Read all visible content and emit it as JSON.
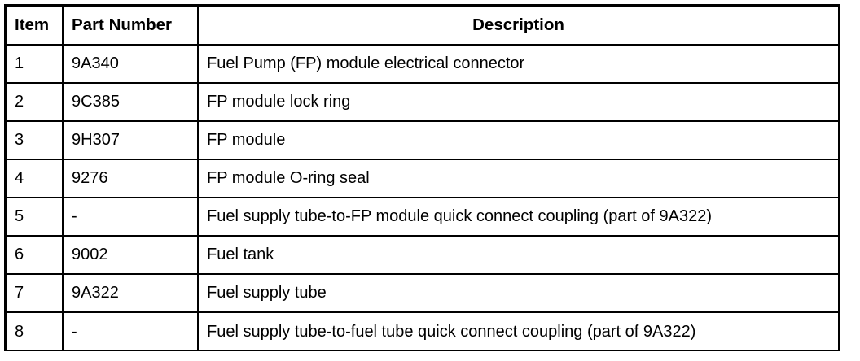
{
  "table": {
    "columns": [
      {
        "key": "item",
        "label": "Item",
        "align": "left"
      },
      {
        "key": "part_number",
        "label": "Part Number",
        "align": "left"
      },
      {
        "key": "description",
        "label": "Description",
        "align": "center"
      }
    ],
    "rows": [
      {
        "item": "1",
        "part_number": "9A340",
        "description": "Fuel Pump (FP) module electrical connector"
      },
      {
        "item": "2",
        "part_number": "9C385",
        "description": "FP module lock ring"
      },
      {
        "item": "3",
        "part_number": "9H307",
        "description": "FP module"
      },
      {
        "item": "4",
        "part_number": "9276",
        "description": "FP module O-ring seal"
      },
      {
        "item": "5",
        "part_number": "-",
        "description": "Fuel supply tube-to-FP module quick connect coupling (part of 9A322)"
      },
      {
        "item": "6",
        "part_number": "9002",
        "description": "Fuel tank"
      },
      {
        "item": "7",
        "part_number": "9A322",
        "description": "Fuel supply tube"
      },
      {
        "item": "8",
        "part_number": "-",
        "description": "Fuel supply tube-to-fuel tube quick connect coupling (part of 9A322)"
      }
    ]
  },
  "colors": {
    "border": "#000000",
    "text": "#000000",
    "background": "#ffffff"
  }
}
